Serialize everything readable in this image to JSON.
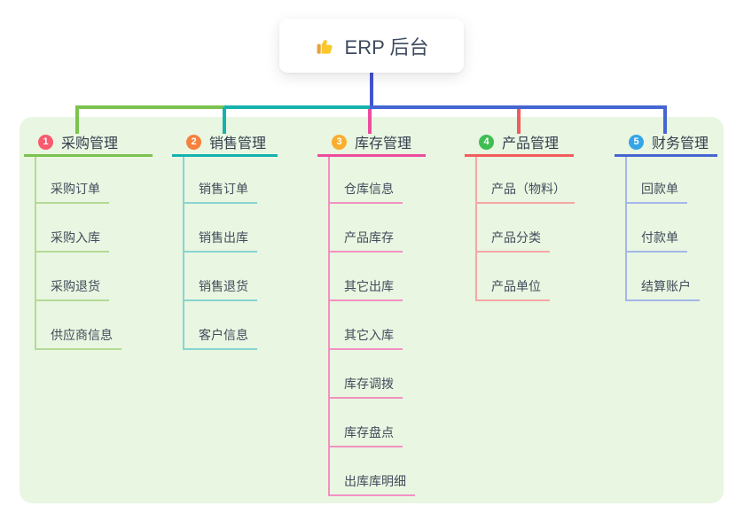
{
  "root": {
    "label": "ERP 后台",
    "icon": "thumbs-up-icon",
    "line_color": "#4254cf"
  },
  "panel_color": "#e9f6e1",
  "branches": [
    {
      "badge": "1",
      "label": "采购管理",
      "color": "#7cc24e",
      "light_color": "#b4da97",
      "badge_color": "#f85b6e",
      "children": [
        "采购订单",
        "采购入库",
        "采购退货",
        "供应商信息"
      ]
    },
    {
      "badge": "2",
      "label": "销售管理",
      "color": "#15b2ae",
      "light_color": "#87d5d0",
      "badge_color": "#f6813c",
      "children": [
        "销售订单",
        "销售出库",
        "销售退货",
        "客户信息"
      ]
    },
    {
      "badge": "3",
      "label": "库存管理",
      "color": "#ec4c9e",
      "light_color": "#f291c2",
      "badge_color": "#f9ae2e",
      "children": [
        "仓库信息",
        "产品库存",
        "其它出库",
        "其它入库",
        "库存调拨",
        "库存盘点",
        "出库库明细"
      ]
    },
    {
      "badge": "4",
      "label": "产品管理",
      "color": "#f15c5c",
      "light_color": "#f7a6a6",
      "badge_color": "#3ebd53",
      "children": [
        "产品（物料）",
        "产品分类",
        "产品单位"
      ]
    },
    {
      "badge": "5",
      "label": "财务管理",
      "color": "#4565d2",
      "light_color": "#a3b7e9",
      "badge_color": "#36a5e7",
      "children": [
        "回款单",
        "付款单",
        "结算账户"
      ]
    }
  ]
}
